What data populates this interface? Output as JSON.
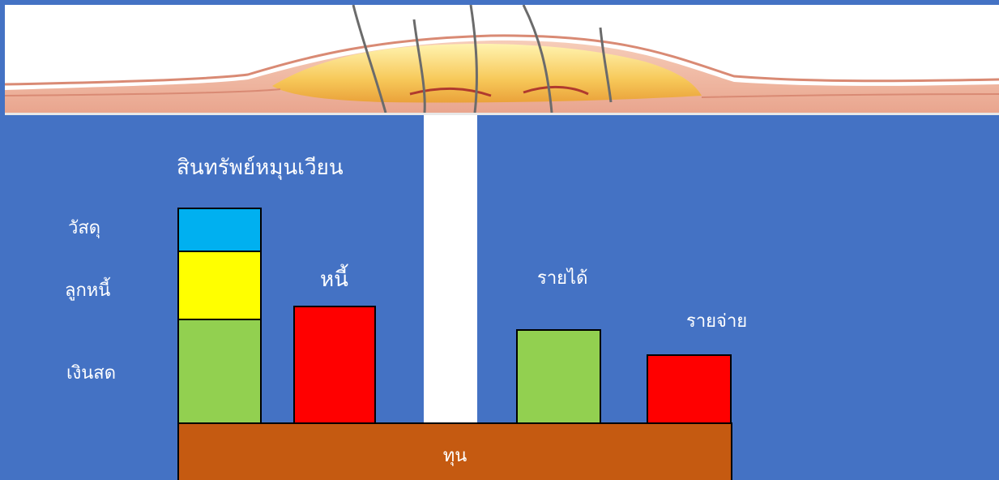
{
  "header_title": "สินทรัพย์หมุนเวียน",
  "labels": {
    "materials": "วัสดุ",
    "receivables": "ลูกหนี้",
    "cash": "เงินสด",
    "liabilities": "หนี้",
    "revenue": "รายได้",
    "expenses": "รายจ่าย",
    "capital": "ทุน"
  },
  "colors": {
    "background": "#4472c4",
    "materials": "#00b0f0",
    "receivables": "#ffff00",
    "cash": "#92d050",
    "liabilities": "#ff0000",
    "revenue": "#92d050",
    "expenses": "#ff0000",
    "capital": "#c55a11"
  }
}
